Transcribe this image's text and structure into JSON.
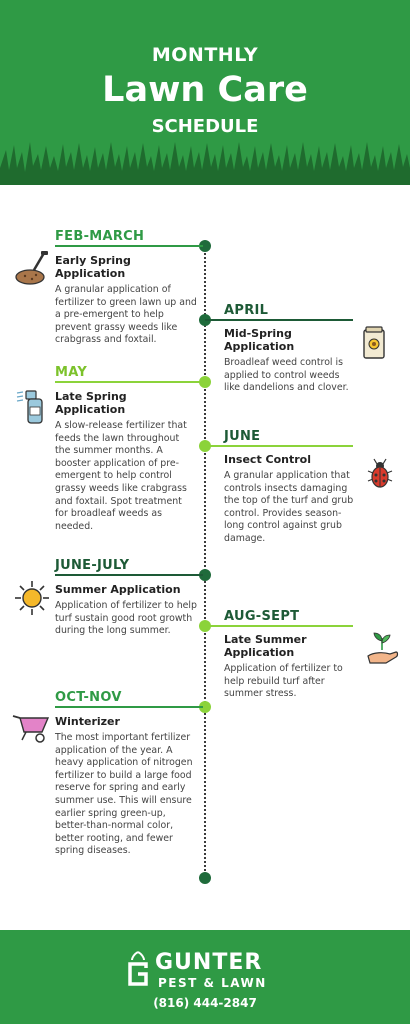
{
  "header": {
    "line1": "MONTHLY",
    "line2": "Lawn Care",
    "line3": "SCHEDULE"
  },
  "entries": [
    {
      "period": "FEB-MARCH",
      "title": "Early Spring Application",
      "desc": "A granular application of fertilizer to green lawn up and a pre-emergent to help prevent grassy weeds like crabgrass and foxtail.",
      "icon": "shovel-icon"
    },
    {
      "period": "APRIL",
      "title": "Mid-Spring Application",
      "desc": "Broadleaf weed control is applied to control weeds like dandelions and clover.",
      "icon": "seed-bag-icon"
    },
    {
      "period": "MAY",
      "title": "Late Spring Application",
      "desc": "A slow-release fertilizer that feeds the lawn throughout the summer months. A booster application of pre-emergent to help control grassy weeds like crabgrass and foxtail. Spot treatment for broadleaf weeds as needed.",
      "icon": "spray-bottle-icon"
    },
    {
      "period": "JUNE",
      "title": "Insect Control",
      "desc": "A granular application that controls insects damaging the top of the turf and grub control. Provides season-long control against grub damage.",
      "icon": "beetle-icon"
    },
    {
      "period": "JUNE-JULY",
      "title": "Summer Application",
      "desc": "Application of fertilizer to help turf sustain good root growth during the long summer.",
      "icon": "sun-icon"
    },
    {
      "period": "AUG-SEPT",
      "title": "Late Summer Application",
      "desc": "Application of fertilizer to help rebuild turf after summer stress.",
      "icon": "sprout-hand-icon"
    },
    {
      "period": "OCT-NOV",
      "title": "Winterizer",
      "desc": "The most important fertilizer application of the year. A heavy application of nitrogen fertilizer to build a large food reserve for spring and early summer use. This will ensure earlier spring green-up, better-than-normal color, better rooting, and fewer spring diseases.",
      "icon": "wheelbarrow-icon"
    }
  ],
  "footer": {
    "brand": "GUNTER",
    "sub": "PEST & LAWN",
    "phone": "(816) 444-2847"
  },
  "colors": {
    "green": "#2f9a45",
    "dark_green": "#1d5a36",
    "lime": "#8bd33a"
  }
}
